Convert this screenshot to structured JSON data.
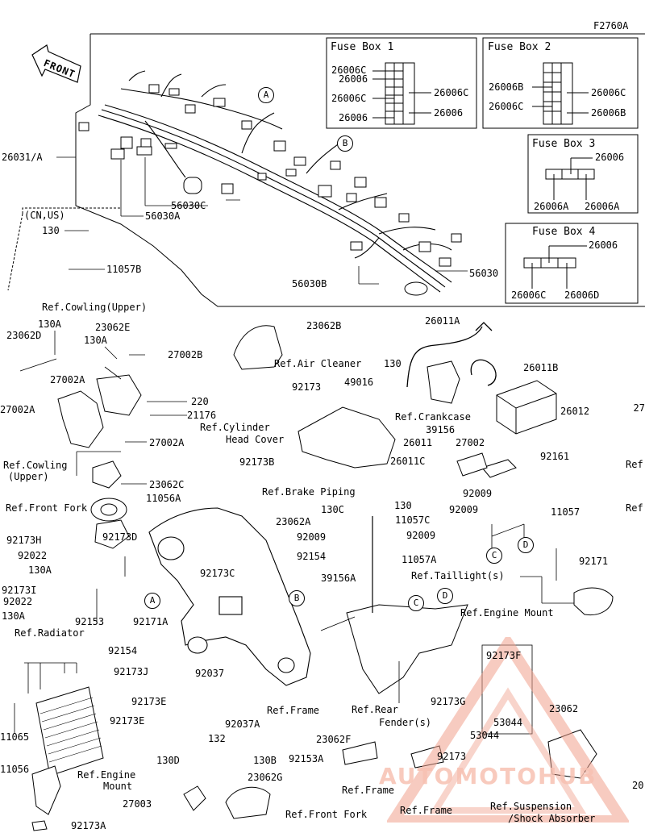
{
  "figure_code": "F2760A",
  "front_label": "FRONT",
  "region_note": "(CN,US)",
  "watermark": "AUTOMOTOHUB",
  "fuse_boxes": [
    {
      "title": "Fuse Box 1",
      "labels": [
        "26006C",
        "26006",
        "26006C",
        "26006",
        "26006C",
        "26006"
      ]
    },
    {
      "title": "Fuse Box 2",
      "labels": [
        "26006B",
        "26006C",
        "26006C",
        "26006B"
      ]
    },
    {
      "title": "Fuse Box 3",
      "labels": [
        "26006",
        "26006A",
        "26006A"
      ]
    },
    {
      "title": "Fuse Box 4",
      "labels": [
        "26006",
        "26006C",
        "26006D"
      ]
    }
  ],
  "callouts": [
    "A",
    "B",
    "A",
    "B",
    "C",
    "D",
    "C",
    "D"
  ],
  "parts": [
    "26031/A",
    "56030C",
    "56030A",
    "56030B",
    "56030",
    "130",
    "11057B",
    "Ref.Cowling(Upper)",
    "130A",
    "23062D",
    "23062E",
    "130A",
    "27002B",
    "27002A",
    "27002A",
    "220",
    "21176",
    "27002A",
    "Ref.Cowling",
    "(Upper)",
    "23062C",
    "Ref.Front Fork",
    "92173H",
    "92022",
    "130A",
    "92173I",
    "92022",
    "130A",
    "92173D",
    "92153",
    "92154",
    "92171A",
    "Ref.Radiator",
    "11065",
    "11056",
    "Ref.Engine",
    "Mount",
    "92173A",
    "23062B",
    "Ref.Air Cleaner",
    "130",
    "26011A",
    "26011B",
    "26012",
    "Ref.Crankcase",
    "92173",
    "Ref.Cylinder",
    "Head Cover",
    "49016",
    "39156",
    "26011",
    "27002",
    "26011C",
    "92161",
    "92173B",
    "Ref.Brake Piping",
    "11056A",
    "130C",
    "23062A",
    "130",
    "11057C",
    "92009",
    "92009",
    "92009",
    "92009",
    "11057",
    "92154",
    "11057A",
    "39156A",
    "92171",
    "Ref.Taillight(s)",
    "92173C",
    "92037",
    "Ref.Frame",
    "92173J",
    "92173E",
    "92173E",
    "92037A",
    "132",
    "Ref.Rear",
    "Fender(s)",
    "92173G",
    "Ref.Engine Mount",
    "92173F",
    "23062",
    "53044",
    "53044",
    "130D",
    "130B",
    "23062G",
    "27003",
    "Ref.Front Fork",
    "23062F",
    "92153A",
    "Ref.Frame",
    "92173",
    "Ref.Frame",
    "Ref.Suspension",
    "/Shock Absorber",
    "27",
    "Ref",
    "Ref",
    "20"
  ]
}
